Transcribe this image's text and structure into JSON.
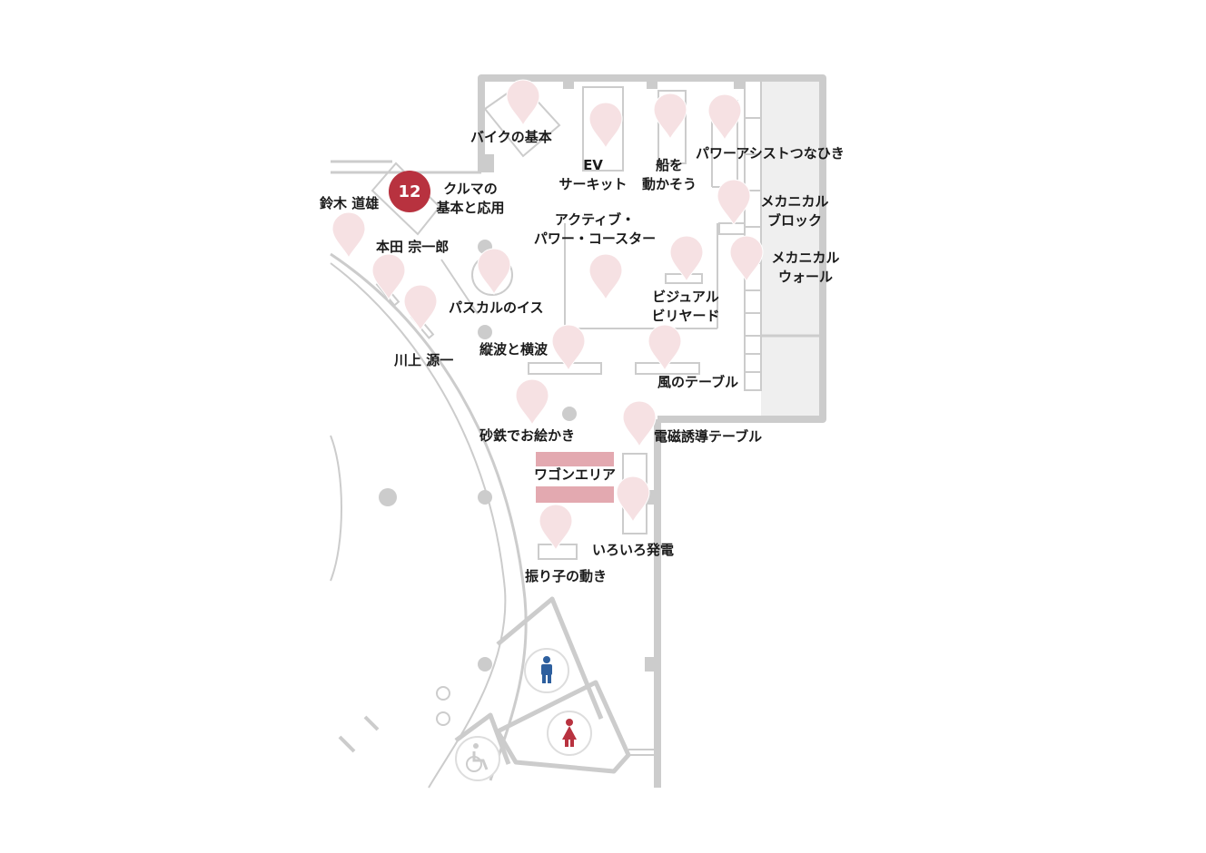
{
  "active_marker": {
    "number": "12",
    "color": "#b8323f"
  },
  "labels": {
    "bike": "バイクの基本",
    "ev_1": "EV",
    "ev_2": "サーキット",
    "ship_1": "船を",
    "ship_2": "動かそう",
    "power_assist": "パワーアシストつなひき",
    "car_1": "クルマの",
    "car_2": "基本と応用",
    "suzuki": "鈴木 道雄",
    "honda": "本田 宗一郎",
    "kawakami": "川上 源一",
    "mech_block_1": "メカニカル",
    "mech_block_2": "ブロック",
    "coaster_1": "アクティブ・",
    "coaster_2": "パワー・コースター",
    "mech_wall_1": "メカニカル",
    "mech_wall_2": "ウォール",
    "pascal": "パスカルのイス",
    "billiard_1": "ビジュアル",
    "billiard_2": "ビリヤード",
    "waves": "縦波と横波",
    "wind": "風のテーブル",
    "iron_sand": "砂鉄でお絵かき",
    "electromag": "電磁誘導テーブル",
    "wagon": "ワゴンエリア",
    "generation": "いろいろ発電",
    "pendulum": "振り子の動き"
  },
  "colors": {
    "wall": "#cccccc",
    "pin": "#f6e1e3",
    "wagon_area": "#e3a9b0",
    "male_icon": "#2d5f9e",
    "female_icon": "#b8323f",
    "right_room": "#efefef"
  },
  "icons": [
    "map-pin-icon",
    "male-restroom-icon",
    "female-restroom-icon",
    "wheelchair-icon"
  ]
}
